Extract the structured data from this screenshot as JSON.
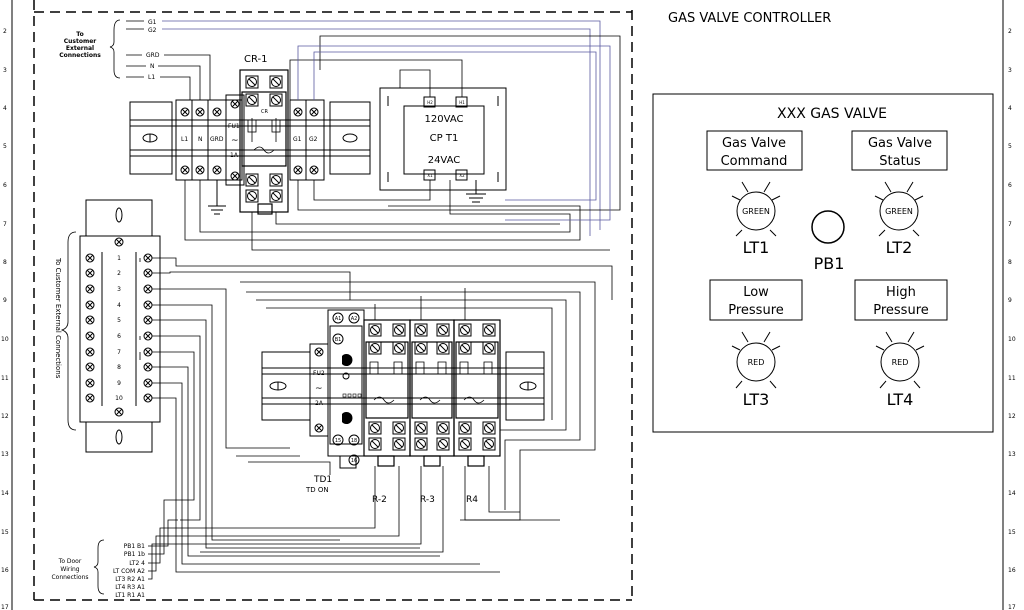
{
  "title": "GAS VALVE CONTROLLER",
  "row_markers": [
    "2",
    "3",
    "4",
    "5",
    "6",
    "7",
    "8",
    "9",
    "10",
    "11",
    "12",
    "13",
    "14",
    "15",
    "16",
    "17"
  ],
  "customer_ext": {
    "heading": [
      "To",
      "Customer",
      "External",
      "Connections"
    ],
    "wires": [
      "G1",
      "G2",
      "GRD",
      "N",
      "L1"
    ]
  },
  "terminal_block": {
    "labels": [
      "L1",
      "N",
      "GRD",
      "FU1",
      "1A",
      "G1",
      "G2"
    ]
  },
  "relay_cr1": {
    "label": "CR-1",
    "inner": "CR"
  },
  "transformer": {
    "line1": "120VAC",
    "line2": "CP T1",
    "line3": "24VAC",
    "h1": "H2",
    "h2": "H1",
    "x1": "X1",
    "x2": "X2"
  },
  "left_terminals": {
    "side_label": "To Customer External Connections",
    "numbers": [
      "1",
      "2",
      "3",
      "4",
      "5",
      "6",
      "7",
      "8",
      "9",
      "10"
    ]
  },
  "timer": {
    "label": "TD1",
    "sub": "TD ON",
    "a1": "A1",
    "a2": "A2",
    "b1": "B1",
    "t15": "15",
    "t16": "16",
    "t18": "18"
  },
  "fuse2": {
    "label": "FU2",
    "rating": "2A"
  },
  "relays": [
    "R-2",
    "R-3",
    "R4"
  ],
  "door_wiring": {
    "heading": [
      "To Door",
      "Wiring",
      "Connections"
    ],
    "rows": [
      "PB1  B1",
      "PB1  1b",
      "LT2       4",
      "LT COM  A2",
      "LT3  R2  A1",
      "LT4  R3  A1",
      "LT1  R1  A1"
    ]
  },
  "panel": {
    "title": "XXX  GAS  VALVE",
    "box1": [
      "Gas Valve",
      "Command"
    ],
    "box2": [
      "Gas Valve",
      "Status"
    ],
    "box3": [
      "Low",
      "Pressure"
    ],
    "box4": [
      "High",
      "Pressure"
    ],
    "lt1": {
      "color": "GREEN",
      "label": "LT1"
    },
    "lt2": {
      "color": "GREEN",
      "label": "LT2"
    },
    "lt3": {
      "color": "RED",
      "label": "LT3"
    },
    "lt4": {
      "color": "RED",
      "label": "LT4"
    },
    "pb1": "PB1"
  }
}
